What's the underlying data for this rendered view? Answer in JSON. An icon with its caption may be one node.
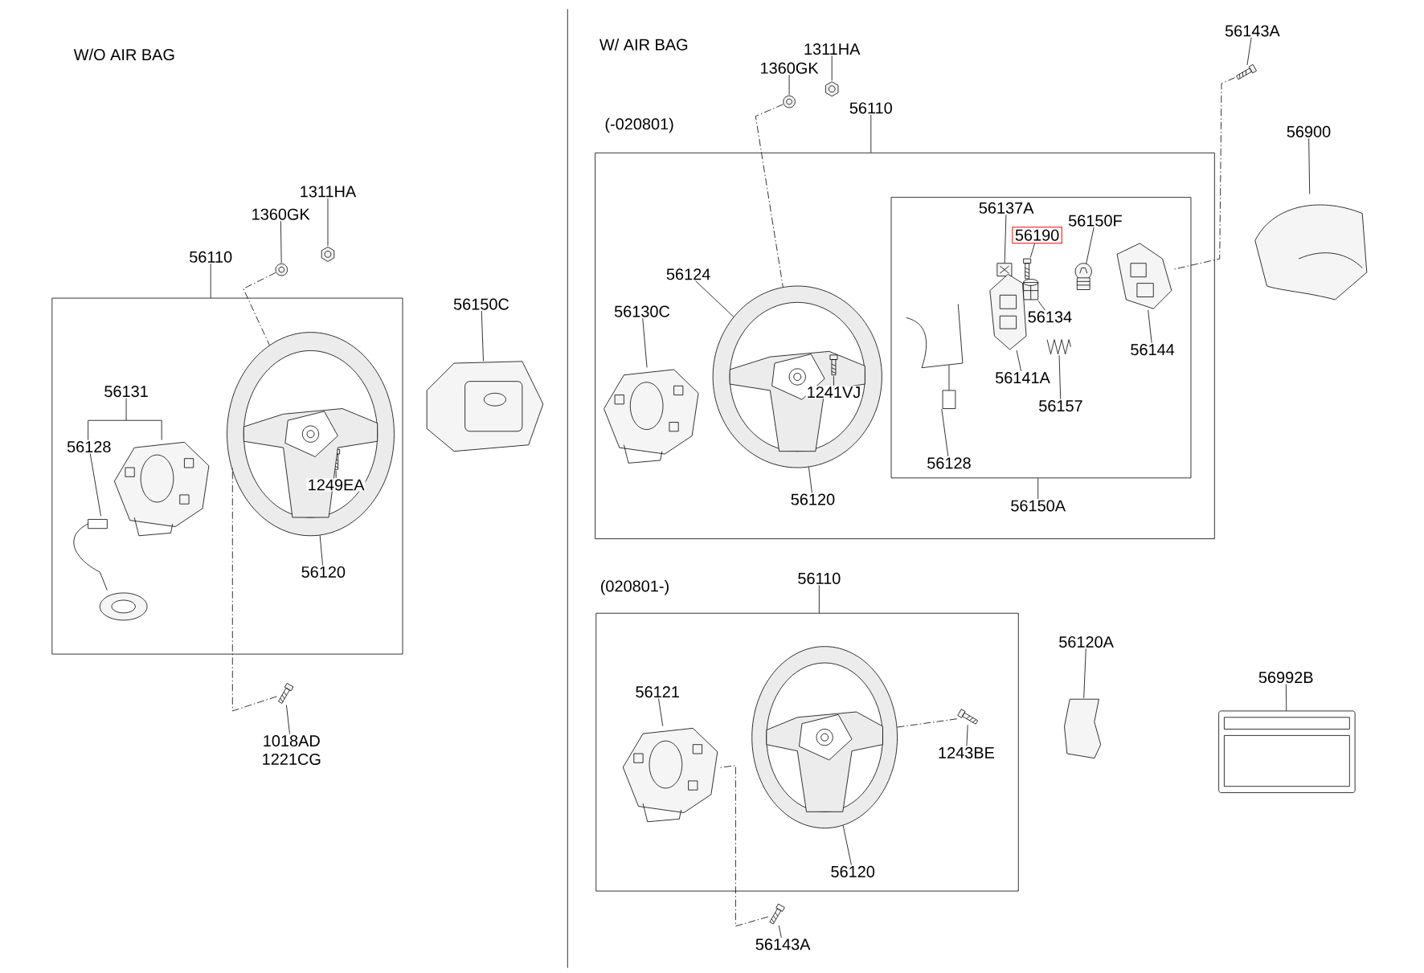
{
  "diagram": {
    "nodes": [
      {
        "text": [
          "1311HA"
        ]
      },
      {
        "text": [
          "1360GK"
        ]
      },
      {
        "text": [
          "56110"
        ]
      },
      {
        "text": [],
        "shape": "box"
      },
      {
        "text": [
          "56131"
        ],
        "in": 3
      },
      {
        "text": [
          "56128"
        ],
        "in": 3
      },
      {
        "text": [
          "1249EA"
        ],
        "in": 43
      },
      {
        "text": [
          "56120"
        ],
        "in": 3
      },
      {
        "text": [
          "56150C"
        ]
      },
      {
        "text": [
          "1018AD",
          "1221CG"
        ]
      },
      {
        "text": [
          "1311HA"
        ]
      },
      {
        "text": [
          "1360GK"
        ]
      },
      {
        "text": [
          "56143A"
        ]
      },
      {
        "text": [
          "56110"
        ]
      },
      {
        "text": [
          "56900"
        ]
      },
      {
        "text": [
          "(-020801)"
        ]
      },
      {
        "text": [
          "56124"
        ],
        "in": 15
      },
      {
        "text": [
          "56130C"
        ],
        "in": 15
      },
      {
        "text": [
          "1241VJ"
        ],
        "in": 50
      },
      {
        "text": [
          "56120"
        ],
        "in": 15
      },
      {
        "text": [],
        "shape": "box",
        "in": 15
      },
      {
        "text": [
          "56137A"
        ],
        "in": 20
      },
      {
        "text": [
          "56190"
        ],
        "in": 20
      },
      {
        "text": [
          "56150F"
        ],
        "in": 20
      },
      {
        "text": [
          "56134"
        ],
        "in": 20
      },
      {
        "text": [
          "56144"
        ],
        "in": 20
      },
      {
        "text": [
          "56141A"
        ],
        "in": 20
      },
      {
        "text": [
          "56157"
        ],
        "in": 20
      },
      {
        "text": [
          "56128"
        ],
        "in": 20
      },
      {
        "text": [
          "56150A"
        ],
        "in": 15
      },
      {
        "text": [
          "56110"
        ]
      },
      {
        "text": [
          "(020801-)"
        ]
      },
      {
        "text": [
          "56121"
        ],
        "in": 31
      },
      {
        "text": [
          "1243BE"
        ],
        "in": 31
      },
      {
        "text": [
          "56120"
        ],
        "in": 31
      },
      {
        "text": [
          "56143A"
        ]
      },
      {
        "text": [
          "56120A"
        ]
      },
      {
        "text": [
          "56992B"
        ]
      },
      {
        "text": [],
        "shape": "picture"
      },
      {
        "text": [],
        "shape": "picture"
      },
      {
        "text": [],
        "shape": "picture",
        "in": 3
      },
      {
        "text": [],
        "shape": "picture",
        "in": 3
      },
      {
        "text": [],
        "shape": "picture",
        "in": 43
      },
      {
        "text": [],
        "shape": "picture",
        "in": 3
      },
      {
        "text": [],
        "shape": "picture"
      },
      {
        "text": [],
        "shape": "picture"
      },
      {
        "text": [],
        "shape": "picture"
      },
      {
        "text": [],
        "shape": "picture"
      },
      {
        "text": [],
        "shape": "picture"
      },
      {
        "text": [],
        "shape": "picture"
      },
      {
        "text": [],
        "shape": "picture",
        "in": 15
      },
      {
        "text": [],
        "shape": "picture",
        "in": 15
      },
      {
        "text": [],
        "shape": "picture",
        "in": 50
      },
      {
        "text": [],
        "shape": "picture",
        "in": 20
      },
      {
        "text": [],
        "shape": "picture",
        "in": 20
      },
      {
        "text": [],
        "shape": "picture",
        "in": 20
      },
      {
        "text": [],
        "shape": "picture",
        "in": 20
      },
      {
        "text": [],
        "shape": "picture",
        "in": 20
      },
      {
        "text": [],
        "shape": "picture",
        "in": 20
      },
      {
        "text": [],
        "shape": "picture",
        "in": 20
      },
      {
        "text": [],
        "shape": "picture",
        "in": 20
      },
      {
        "text": [],
        "shape": "picture",
        "in": 31
      },
      {
        "text": [],
        "shape": "picture",
        "in": 31
      },
      {
        "text": [],
        "shape": "picture",
        "in": 31
      },
      {
        "text": [],
        "shape": "picture"
      },
      {
        "text": [],
        "shape": "picture"
      },
      {
        "text": [],
        "shape": "picture"
      }
    ],
    "edges": [
      {
        "from": 0,
        "to": 38,
        "arrow": "none"
      },
      {
        "from": 1,
        "to": 39,
        "arrow": "none"
      },
      {
        "from": 2,
        "to": 3,
        "arrow": "none"
      },
      {
        "from": 4,
        "to": 40,
        "arrow": "none"
      },
      {
        "from": 5,
        "to": 41,
        "arrow": "none"
      },
      {
        "from": 6,
        "to": 42,
        "arrow": "none"
      },
      {
        "from": 7,
        "to": 43,
        "arrow": "none"
      },
      {
        "from": 8,
        "to": 44,
        "arrow": "none"
      },
      {
        "from": 9,
        "to": 45,
        "arrow": "none"
      },
      {
        "from": 10,
        "to": 46,
        "arrow": "none"
      },
      {
        "from": 11,
        "to": 47,
        "arrow": "none"
      },
      {
        "from": 12,
        "to": 48,
        "arrow": "none"
      },
      {
        "from": 13,
        "to": 15,
        "arrow": "none"
      },
      {
        "from": 14,
        "to": 49,
        "arrow": "none"
      },
      {
        "from": 16,
        "to": 50,
        "arrow": "none"
      },
      {
        "from": 17,
        "to": 51,
        "arrow": "none"
      },
      {
        "from": 18,
        "to": 52,
        "arrow": "none"
      },
      {
        "from": 19,
        "to": 50,
        "arrow": "none"
      },
      {
        "from": 21,
        "to": 53,
        "arrow": "none"
      },
      {
        "from": 22,
        "to": 54,
        "arrow": "none"
      },
      {
        "from": 23,
        "to": 55,
        "arrow": "none"
      },
      {
        "from": 24,
        "to": 56,
        "arrow": "none"
      },
      {
        "from": 25,
        "to": 57,
        "arrow": "none"
      },
      {
        "from": 26,
        "to": 58,
        "arrow": "none"
      },
      {
        "from": 27,
        "to": 59,
        "arrow": "none"
      },
      {
        "from": 28,
        "to": 60,
        "arrow": "none"
      },
      {
        "from": 29,
        "to": 20,
        "arrow": "none"
      },
      {
        "from": 30,
        "to": 31,
        "arrow": "none"
      },
      {
        "from": 32,
        "to": 61,
        "arrow": "none"
      },
      {
        "from": 33,
        "to": 62,
        "arrow": "none"
      },
      {
        "from": 34,
        "to": 63,
        "arrow": "none"
      },
      {
        "from": 35,
        "to": 64,
        "arrow": "none"
      },
      {
        "from": 36,
        "to": 65,
        "arrow": "none"
      },
      {
        "from": 37,
        "to": 66,
        "arrow": "none"
      },
      {
        "from": 39,
        "to": 43,
        "arrow": "none",
        "style": "dashed"
      },
      {
        "from": 45,
        "to": 43,
        "arrow": "none",
        "style": "dashed"
      },
      {
        "from": 47,
        "to": 50,
        "arrow": "none",
        "style": "dashed"
      },
      {
        "from": 48,
        "to": 57,
        "arrow": "none",
        "style": "dashed"
      },
      {
        "from": 62,
        "to": 63,
        "arrow": "none",
        "style": "dashed"
      },
      {
        "from": 64,
        "to": 61,
        "arrow": "none",
        "style": "dashed"
      },
      {
        "from": 4,
        "to": 5,
        "arrow": "none"
      }
    ],
    "labels": [
      "W/O AIR BAG",
      "W/ AIR BAG"
    ]
  }
}
